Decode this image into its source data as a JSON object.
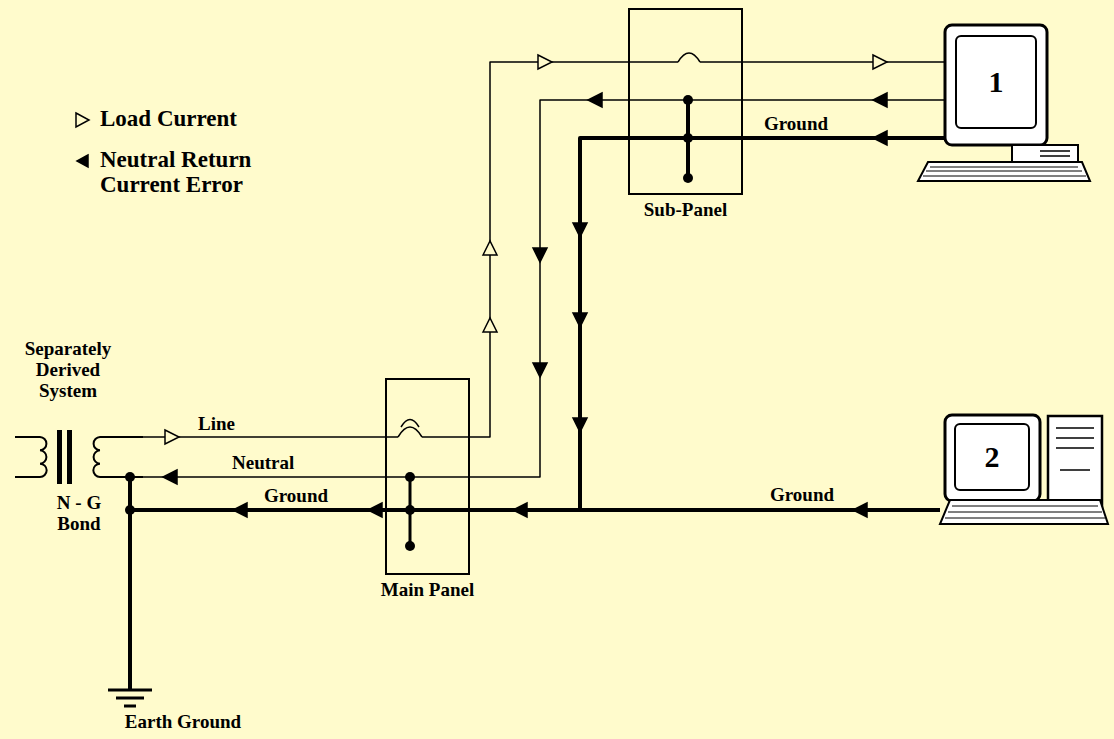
{
  "diagram": {
    "nodes": [
      {
        "text": [
          "Separately Derived System"
        ]
      },
      {
        "text": [
          "Main Panel"
        ]
      },
      {
        "text": [
          "Sub-Panel"
        ]
      },
      {
        "text": [
          "1"
        ]
      },
      {
        "text": [
          "2"
        ]
      }
    ],
    "edges": [
      {
        "from": 0,
        "to": 1,
        "arrow": "none",
        "label": "Line"
      },
      {
        "from": 1,
        "to": 0,
        "arrow": "none",
        "label": "Neutral"
      },
      {
        "from": 1,
        "to": 0,
        "arrow": "none",
        "label": "Ground"
      },
      {
        "from": 1,
        "to": 2,
        "arrow": "none"
      },
      {
        "from": 2,
        "to": 1,
        "arrow": "none"
      },
      {
        "from": 2,
        "to": 1,
        "arrow": "none"
      },
      {
        "from": 2,
        "to": 3,
        "arrow": "none"
      },
      {
        "from": 3,
        "to": 2,
        "arrow": "none"
      },
      {
        "from": 3,
        "to": 2,
        "arrow": "none",
        "label": "Ground"
      },
      {
        "from": 4,
        "to": 1,
        "arrow": "none",
        "label": "Ground"
      }
    ],
    "labels": [
      "N - G Bond",
      "Earth Ground"
    ],
    "legend": [
      {
        "text": "Load Current"
      },
      {
        "text": "Neutral Return Current Error"
      }
    ]
  }
}
